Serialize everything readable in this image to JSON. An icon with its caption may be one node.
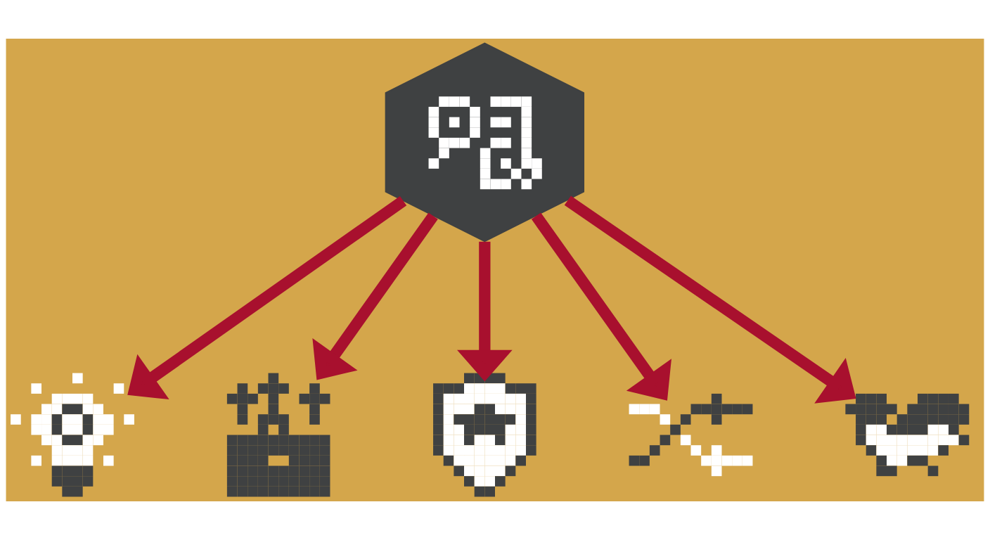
{
  "diagram": {
    "nodes": [
      {
        "text": [],
        "shape": "hexagon"
      },
      {
        "text": [],
        "shape": "picture"
      },
      {
        "text": [],
        "shape": "picture"
      },
      {
        "text": [],
        "shape": "picture"
      },
      {
        "text": [],
        "shape": "picture"
      },
      {
        "text": [],
        "shape": "picture"
      }
    ],
    "edges": [
      {
        "from": 0,
        "to": 1,
        "arrow": "to"
      },
      {
        "from": 0,
        "to": 2,
        "arrow": "to"
      },
      {
        "from": 0,
        "to": 3,
        "arrow": "to"
      },
      {
        "from": 0,
        "to": 4,
        "arrow": "to"
      },
      {
        "from": 0,
        "to": 5,
        "arrow": "to"
      }
    ]
  }
}
